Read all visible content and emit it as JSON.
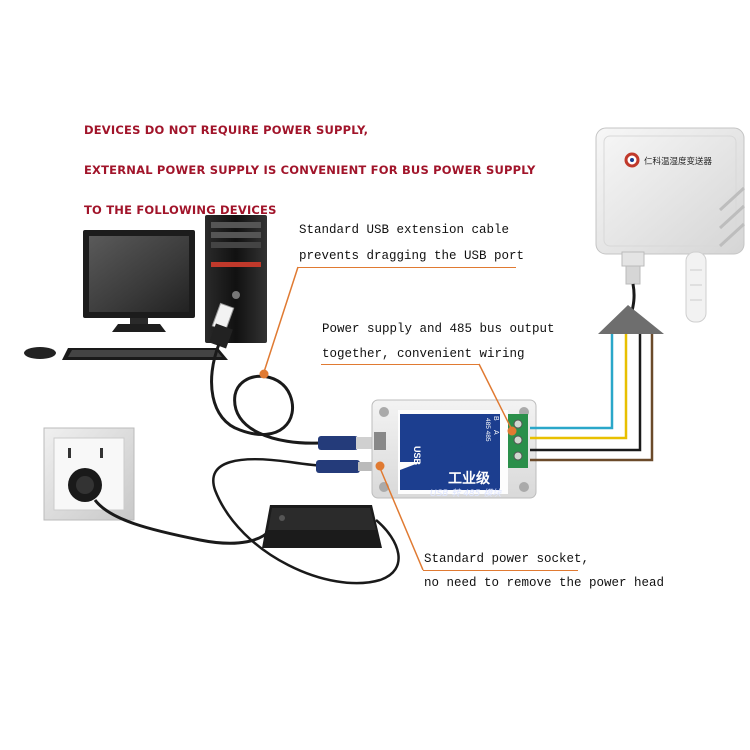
{
  "headings": [
    "DEVICES DO NOT REQUIRE POWER SUPPLY,",
    "EXTERNAL POWER SUPPLY IS CONVENIENT FOR BUS POWER SUPPLY",
    "TO THE FOLLOWING DEVICES"
  ],
  "callouts": {
    "usb_cable": [
      "Standard USB extension cable",
      "prevents dragging the USB port"
    ],
    "bus_output": [
      "Power supply and 485 bus output",
      "together, convenient wiring"
    ],
    "power_socket": [
      "Standard power socket,",
      "no need to remove the power head"
    ]
  },
  "sensor": {
    "brand": "仁科温湿度变送器"
  },
  "module": {
    "usb_label": "USB",
    "title_cn": "工业级",
    "subtitle": "USB 转 485 模块",
    "port_label": "485 485",
    "terminal_a": "A",
    "terminal_b": "B"
  },
  "colors": {
    "heading": "#a1142a",
    "callout_line": "#e07a32",
    "wire_blue": "#2aa7c9",
    "wire_yellow": "#e8c000",
    "wire_black": "#1a1a1a",
    "wire_brown": "#6b4a2a"
  }
}
